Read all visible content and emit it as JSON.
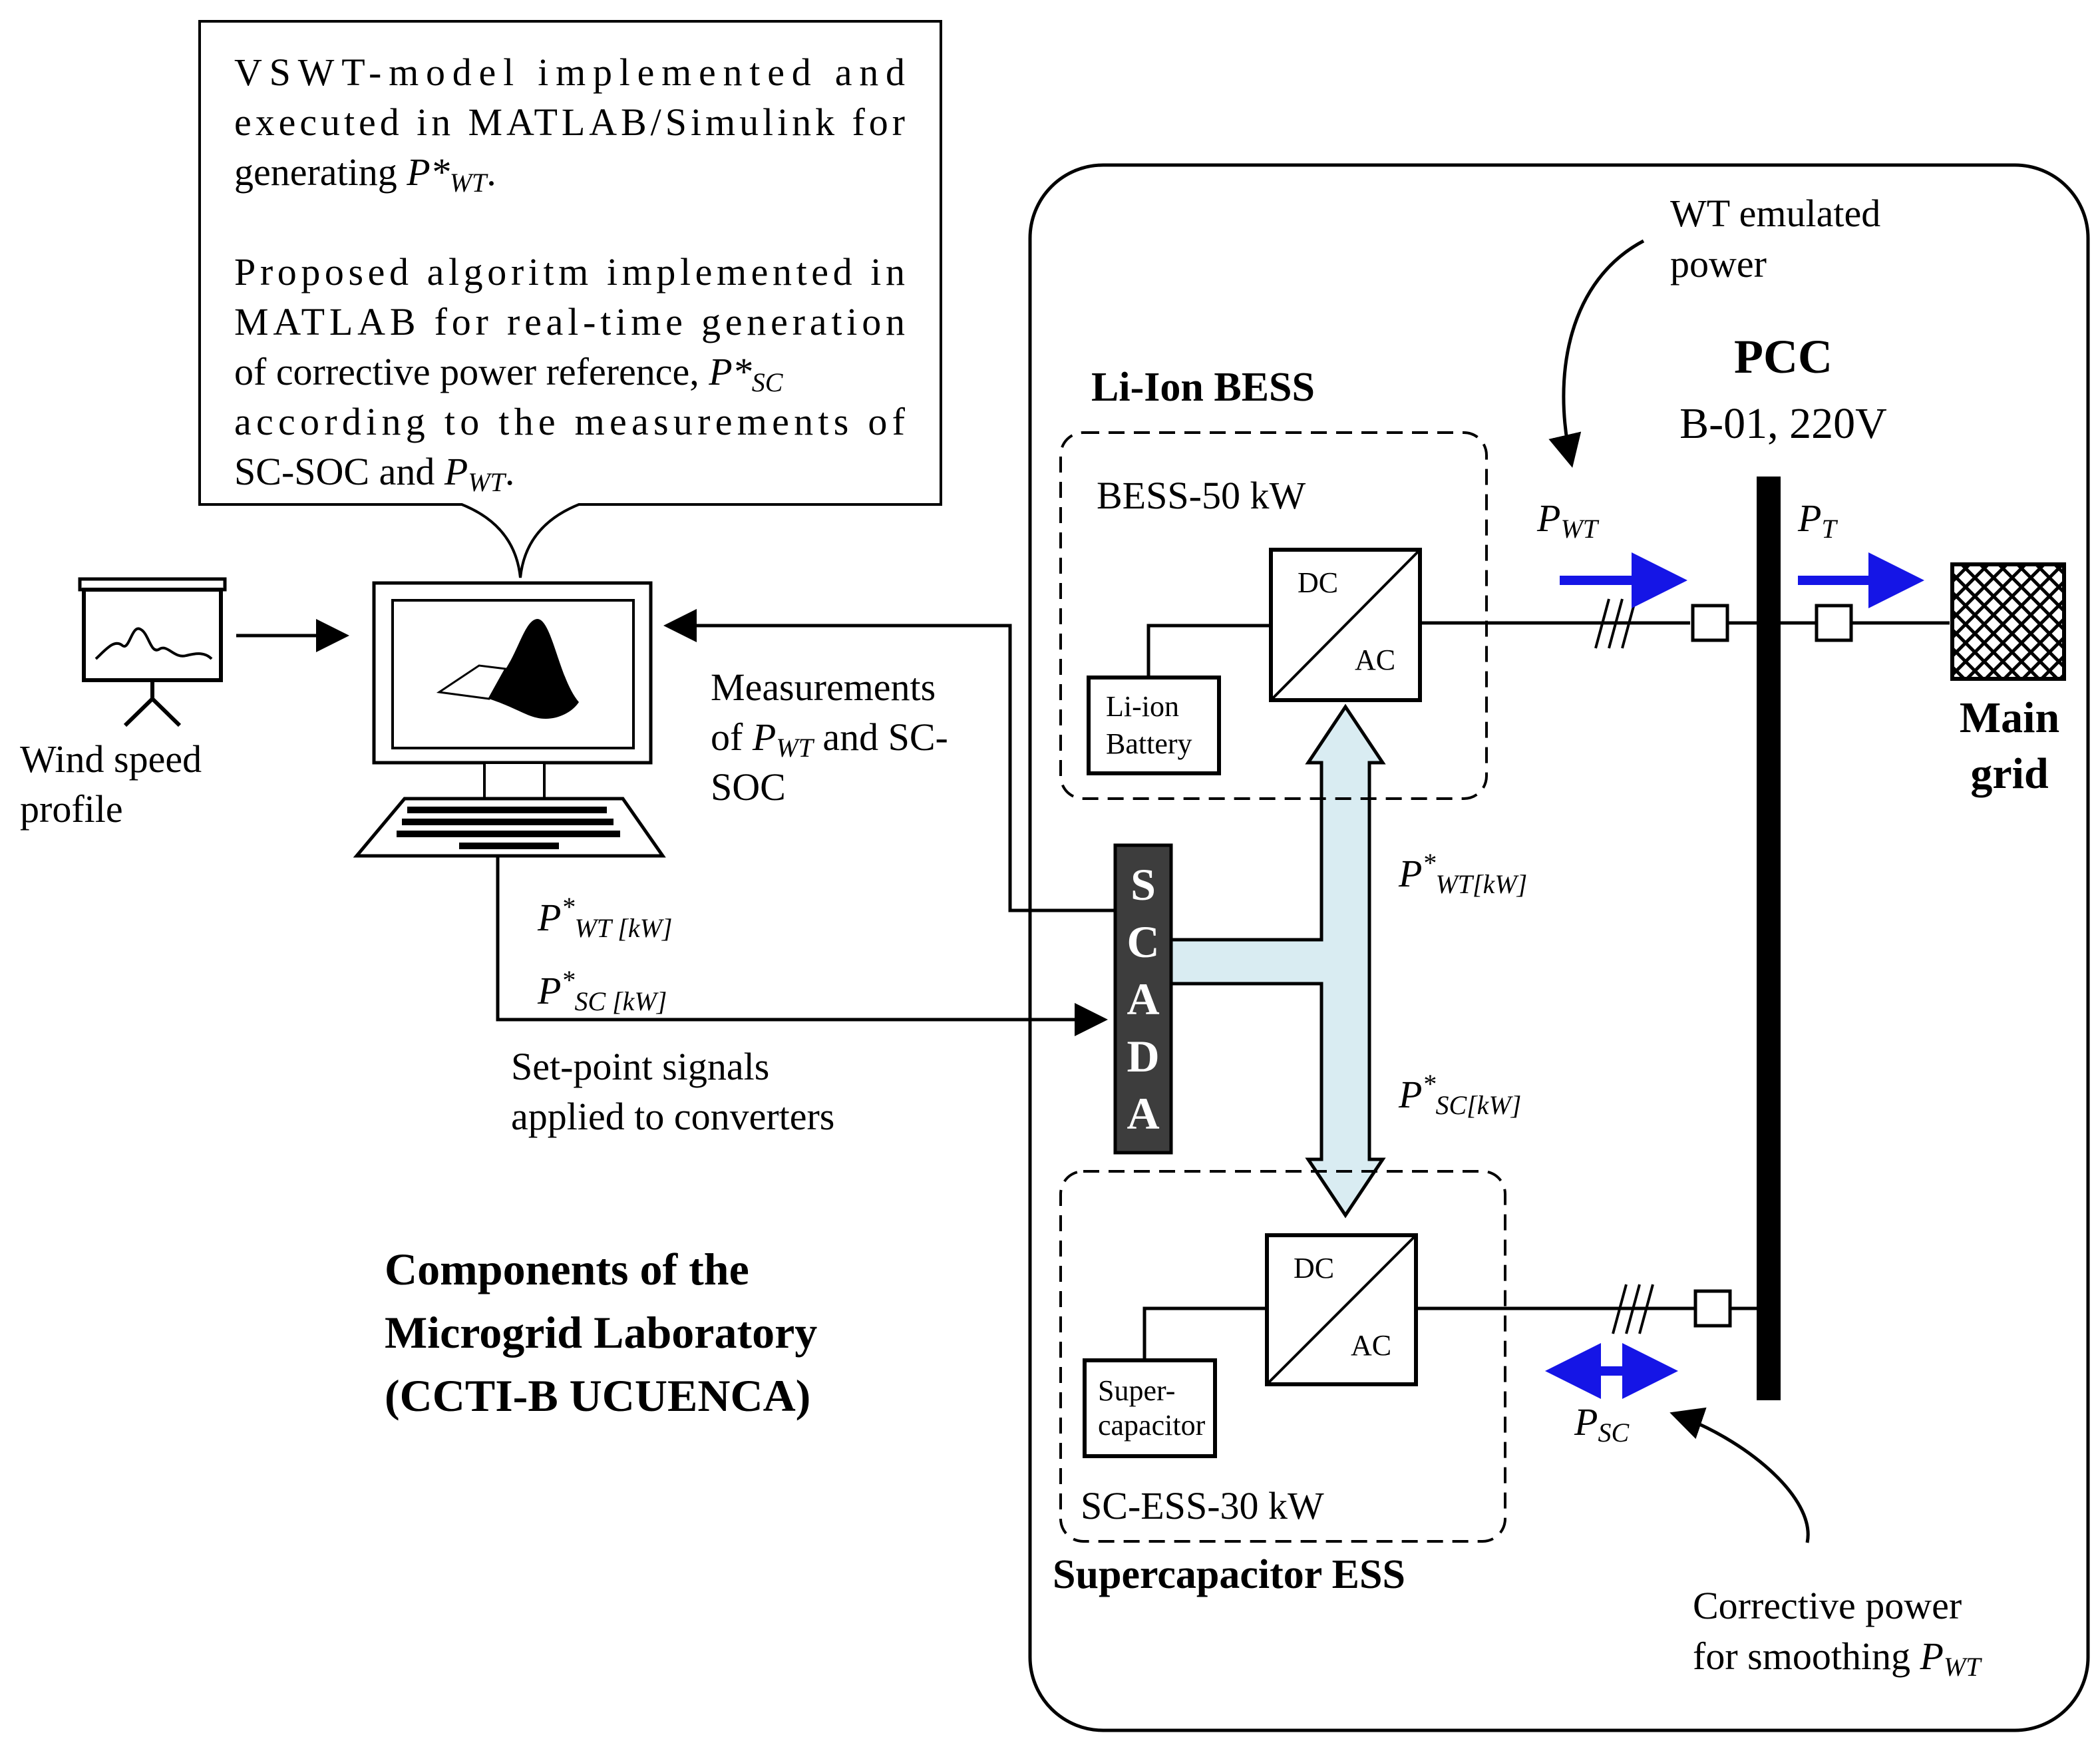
{
  "callout": {
    "p1_line1": "VSWT-model implemented and",
    "p1_line2": "executed in MATLAB/Simulink for",
    "p1_line3_pre": "generating ",
    "p1_line3_var": "P*",
    "p1_line3_sub": "WT",
    "p1_line3_post": ".",
    "p2_line1": "Proposed algoritm implemented in",
    "p2_line2": "MATLAB for real-time generation",
    "p2_line3_pre": "of corrective power reference, ",
    "p2_line3_var": "P*",
    "p2_line3_sub": "SC",
    "p2_line4": "according to the measurements of",
    "p2_line5_pre": "SC-SOC and ",
    "p2_line5_var": "P",
    "p2_line5_sub": "WT",
    "p2_line5_post": "."
  },
  "wind": {
    "line1": "Wind speed",
    "line2": "profile"
  },
  "measurements": {
    "line1": "Measurements",
    "line2_pre": "of ",
    "line2_var": "P",
    "line2_sub": "WT",
    "line2_post": " and SC-",
    "line3": "SOC"
  },
  "setpoints": {
    "pwt_var": "P",
    "pwt_sup": "*",
    "pwt_sub": "WT [kW]",
    "psc_var": "P",
    "psc_sup": "*",
    "psc_sub": "SC [kW]",
    "line1": "Set-point signals",
    "line2": "applied to converters"
  },
  "scada": [
    "S",
    "C",
    "A",
    "D",
    "A"
  ],
  "title": {
    "line1": "Components of the",
    "line2": "Microgrid Laboratory",
    "line3": "(CCTI-B UCUENCA)"
  },
  "bess": {
    "heading": "Li-Ion BESS",
    "label": "BESS-50 kW",
    "battery_line1": "Li-ion",
    "battery_line2": "Battery",
    "dc": "DC",
    "ac": "AC"
  },
  "sc": {
    "heading": "Supercapacitor ESS",
    "label": "SC-ESS-30 kW",
    "device_line1": "Super-",
    "device_line2": "capacitor",
    "dc": "DC",
    "ac": "AC"
  },
  "arrow_labels": {
    "pwt_kw_var": "P",
    "pwt_kw_sup": "*",
    "pwt_kw_sub": "WT[kW]",
    "psc_kw_var": "P",
    "psc_kw_sup": "*",
    "psc_kw_sub": "SC[kW]"
  },
  "pcc": {
    "title": "PCC",
    "subtitle": "B-01, 220V"
  },
  "wt_emulated": {
    "line1": "WT emulated",
    "line2": "power"
  },
  "flows": {
    "pwt_var": "P",
    "pwt_sub": "WT",
    "pt_var": "P",
    "pt_sub": "T",
    "psc_var": "P",
    "psc_sub": "SC"
  },
  "main_grid": {
    "line1": "Main",
    "line2": "grid"
  },
  "corrective": {
    "line1": "Corrective power",
    "line2_pre": "for smoothing ",
    "line2_var": "P",
    "line2_sub": "WT"
  },
  "colors": {
    "flow_arrow": "#1515e6",
    "bus_arrow_fill": "#d9ecf2",
    "scada_fill": "#3d3d3d"
  }
}
